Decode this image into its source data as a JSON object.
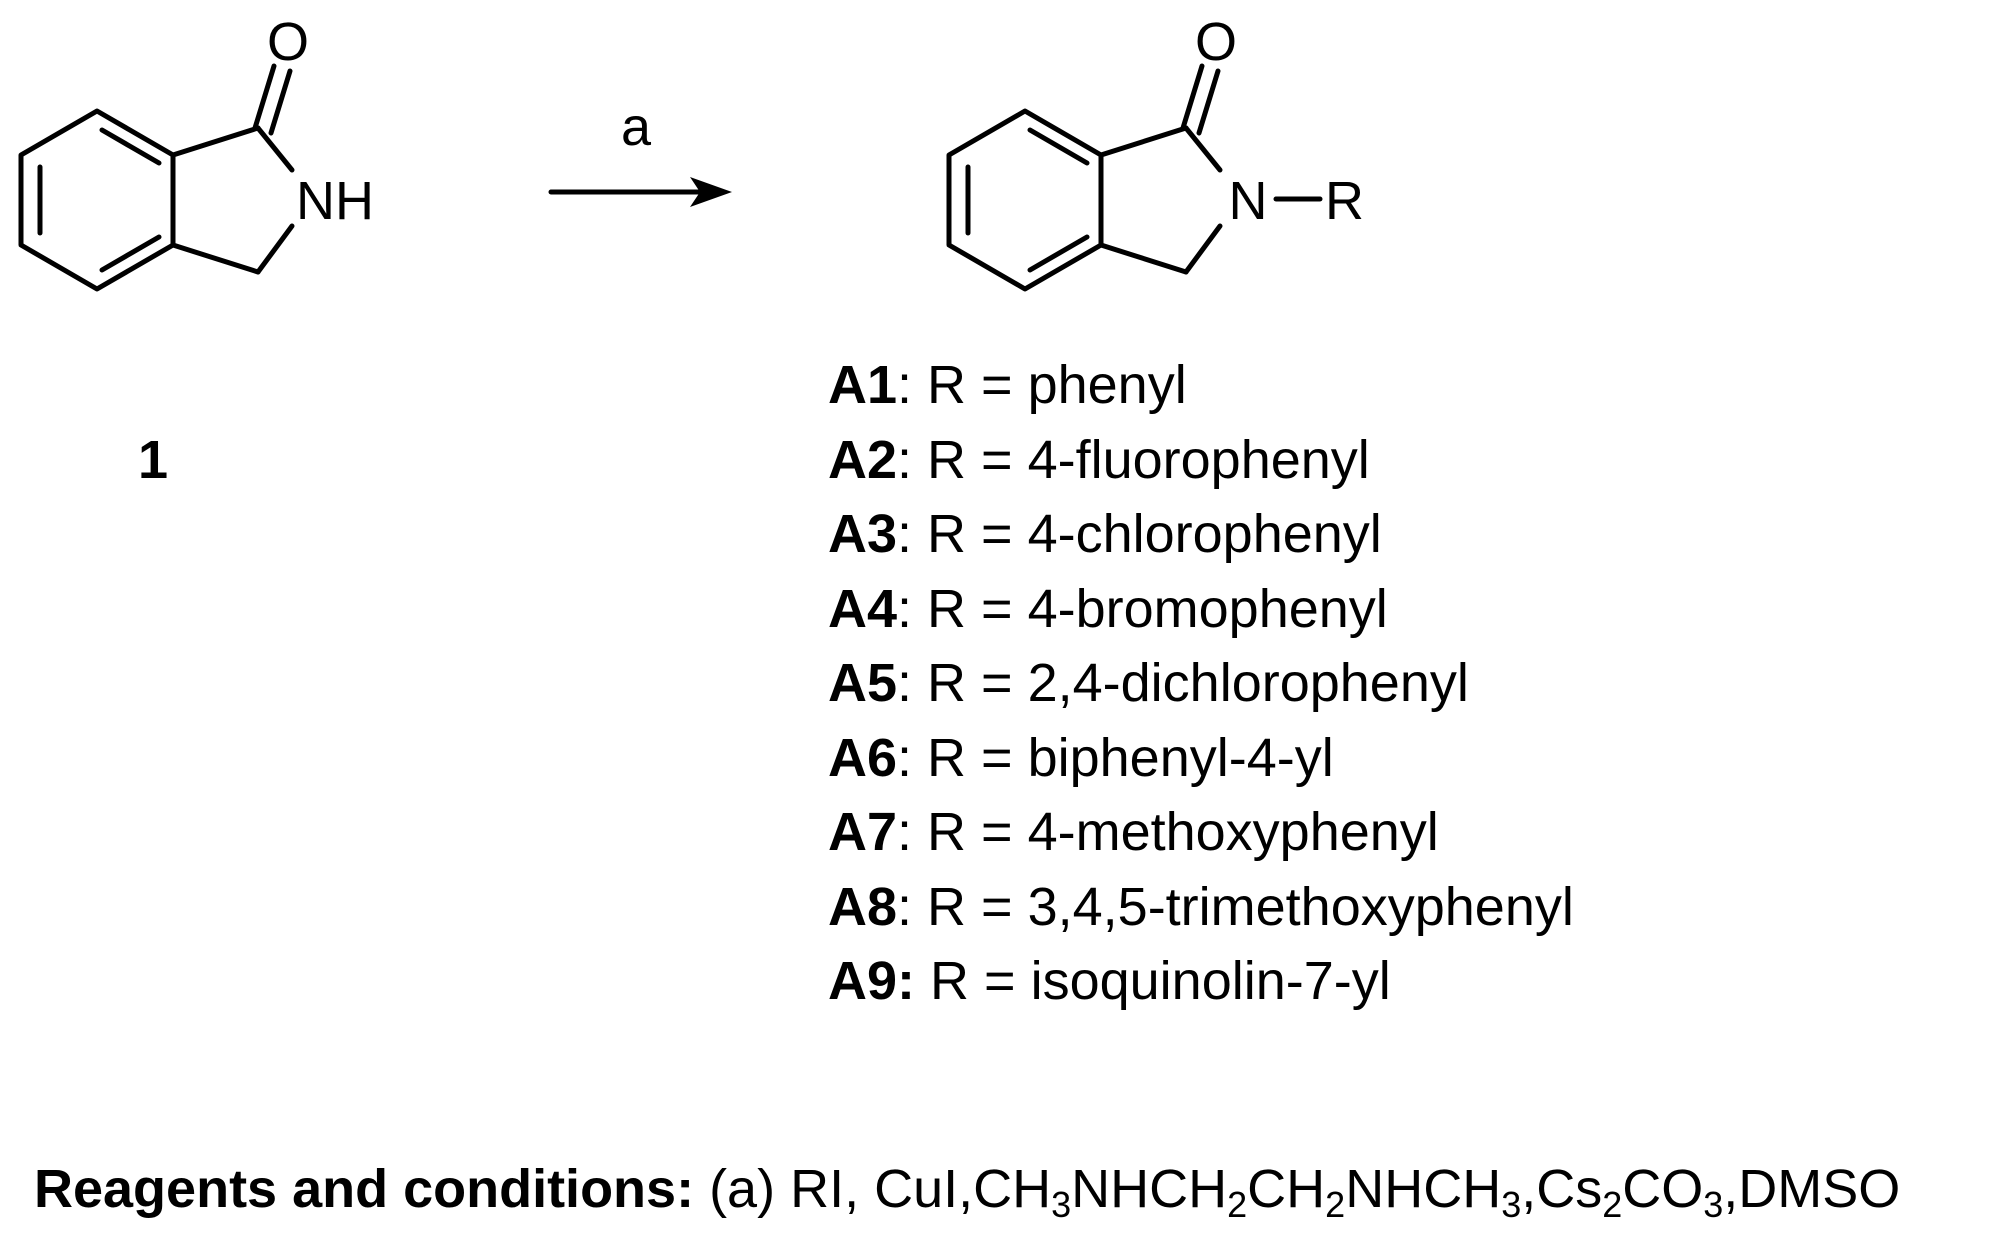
{
  "reactant": {
    "atoms": {
      "oxygen": "O",
      "nh": "NH"
    },
    "compound_number": "1"
  },
  "arrow": {
    "reagent_label": "a"
  },
  "product": {
    "atoms": {
      "oxygen": "O",
      "nitrogen": "N",
      "r_group": "R"
    }
  },
  "compounds": [
    {
      "id": "A1",
      "sep": ": ",
      "text": "R = phenyl"
    },
    {
      "id": "A2",
      "sep": ": ",
      "text": "R = 4-fluorophenyl"
    },
    {
      "id": "A3",
      "sep": ": ",
      "text": "R = 4-chlorophenyl"
    },
    {
      "id": "A4",
      "sep": ": ",
      "text": "R = 4-bromophenyl"
    },
    {
      "id": "A5",
      "sep": ": ",
      "text": "R = 2,4-dichlorophenyl"
    },
    {
      "id": "A6",
      "sep": ": ",
      "text": "R = biphenyl-4-yl"
    },
    {
      "id": "A7",
      "sep": ": ",
      "text": "R = 4-methoxyphenyl"
    },
    {
      "id": "A8",
      "sep": ": ",
      "text": "R = 3,4,5-trimethoxyphenyl"
    },
    {
      "id": "A9:",
      "sep": " ",
      "text": "R = isoquinolin-7-yl"
    }
  ],
  "conditions": {
    "heading": "Reagents and conditions:",
    "parts": [
      " (a) RI, CuI,CH",
      "3",
      "NHCH",
      "2",
      "CH",
      "2",
      "NHCH",
      "3",
      ",Cs",
      "2",
      "CO",
      "3",
      ",DMSO"
    ]
  }
}
